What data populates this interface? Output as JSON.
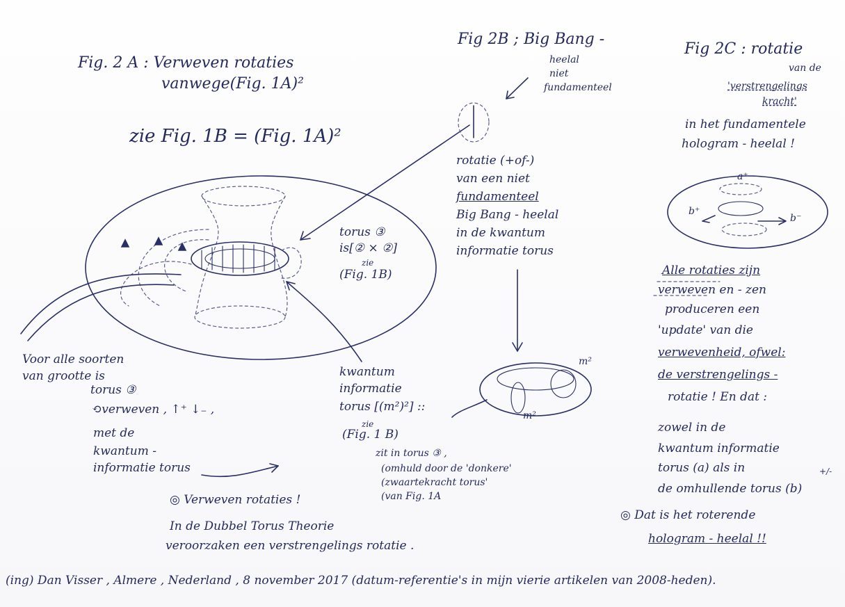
{
  "fig2a": {
    "title_l1": "Fig. 2 A : Verweven rotaties",
    "title_l2": "vanwege(Fig. 1A)²",
    "formula": "zie  Fig. 1B  =  (Fig. 1A)²"
  },
  "torus_note": {
    "l1": "torus ③",
    "l2": "is[② × ②]",
    "l3": "zie",
    "l4": "(Fig. 1B)"
  },
  "left_note": {
    "l1": "Voor alle soorten",
    "l2": "van grootte is",
    "l3": "torus ③",
    "l4": "⟲verweven ,  ↑⁺ ↓₋ ,",
    "l5": "met de",
    "l6": "kwantum -",
    "l7": "informatie torus"
  },
  "kwantum_note": {
    "l1": "kwantum",
    "l2": "informatie",
    "l3": "torus [(m²)²] ::",
    "l4": "zie",
    "l5": "(Fig. 1 B)",
    "l6": "zit  in torus ③ ,",
    "l7": "(omhuld door de 'donkere'",
    "l8": "(zwaartekracht torus'",
    "l9": "(van Fig. 1A"
  },
  "fig2b": {
    "title": "Fig 2B ; Big Bang -",
    "l2": "heelal",
    "l3": "niet",
    "l4": "fundamenteel",
    "mid1": "rotatie (+of-)",
    "mid2": "van een niet",
    "mid3": "fundamenteel",
    "mid4": "Big Bang - heelal",
    "mid5": "in de kwantum",
    "mid6": "informatie torus",
    "m2_top": "m²",
    "m2_bot": "m²"
  },
  "fig2c": {
    "title": "Fig 2C : rotatie",
    "l2": "van de",
    "l3": "'verstrengelings",
    "l4": "kracht'",
    "l5": "in het fundamentele",
    "l6": "hologram - heelal !",
    "a_plus": "a⁺",
    "b_plus": "b⁺",
    "b_minus": "b⁻"
  },
  "right_text": {
    "l1": "Alle rotaties zijn",
    "l2": "verweven en - zen",
    "l3": "produceren een",
    "l4": "'update' van die",
    "l5": "verwevenheid, ofwel:",
    "l6": "de verstrengelings -",
    "l7": "rotatie ! En dat :",
    "l8": "zowel in de",
    "l9": "kwantum informatie",
    "l10": "torus (a) als in",
    "l11": "de omhullende torus (b)",
    "pm": "+/-",
    "concl1": "◎ Dat is het roterende",
    "concl2": "hologram - heelal !!"
  },
  "center_bottom": {
    "l1": "◎ Verweven rotaties !",
    "l2": "In de Dubbel Torus Theorie",
    "l3": "veroorzaken een verstrengelings rotatie ."
  },
  "footer": "(ing) Dan Visser , Almere , Nederland , 8 november 2017  (datum-referentie's in mijn vierie artikelen van 2008-heden)."
}
